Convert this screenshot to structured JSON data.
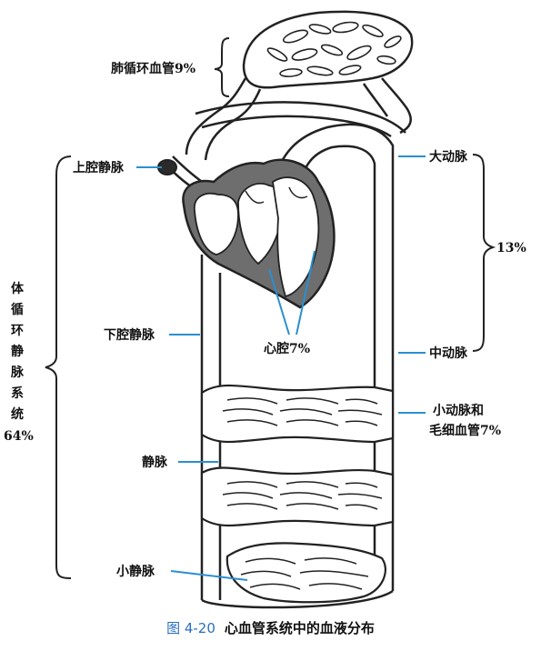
{
  "labels": {
    "pulmonary": "肺循环血管9%",
    "svc": "上腔静脉",
    "aorta": "大动脉",
    "group_13": "13%",
    "ivc": "下腔静脉",
    "chambers": "心腔7%",
    "medium_artery": "中动脉",
    "arteriole_1": "小动脉和",
    "arteriole_2": "毛细血管7%",
    "vein": "静脉",
    "venule": "小静脉",
    "systemic": [
      "体",
      "循",
      "环",
      "静",
      "脉",
      "系",
      "统",
      "64%"
    ]
  },
  "caption": {
    "figure": "图 4-20",
    "title": "心血管系统中的血液分布"
  },
  "colors": {
    "leader": "#2a8fd0",
    "line": "#222222",
    "heart": "#6e6e6e",
    "caption_accent": "#2a6ebd"
  }
}
